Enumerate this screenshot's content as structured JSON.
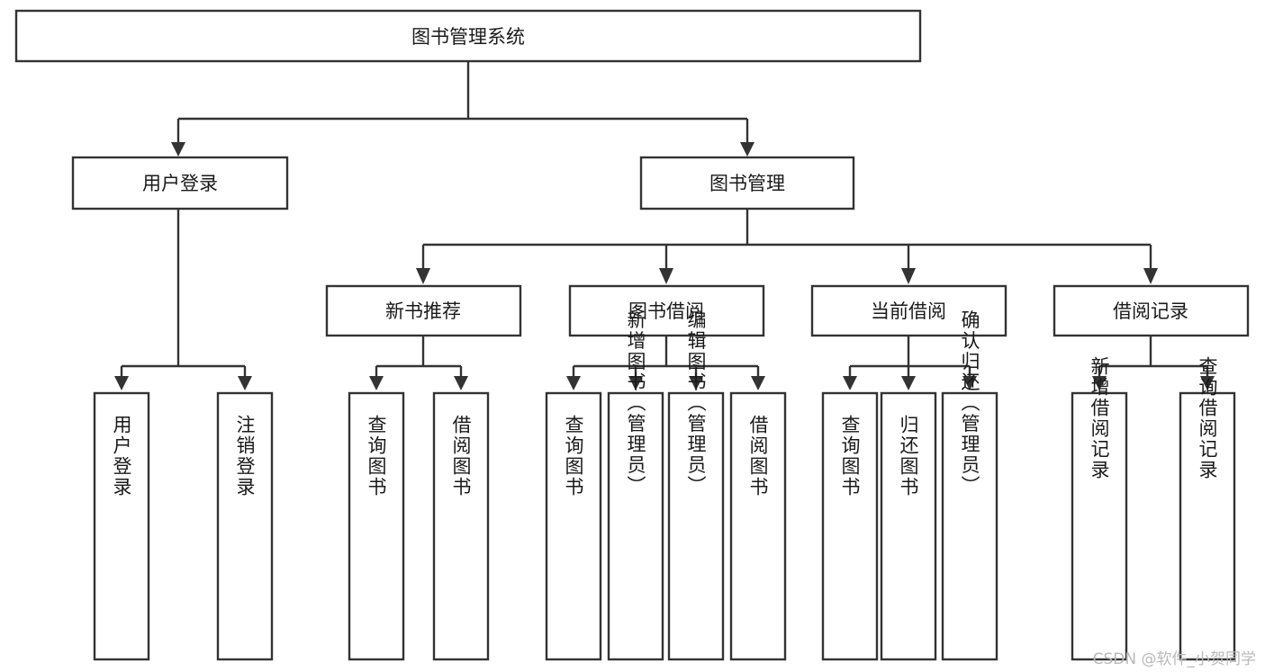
{
  "diagram": {
    "type": "tree",
    "title": "图书管理系统",
    "watermark": "CSDN @软件_小贺同学",
    "colors": {
      "stroke": "#333333",
      "fill": "#ffffff",
      "text": "#1a1a1a",
      "watermark": "#b9b9b9"
    },
    "root": {
      "label": "图书管理系统"
    },
    "level2": [
      {
        "label": "用户登录"
      },
      {
        "label": "图书管理"
      }
    ],
    "level3": [
      {
        "label": "新书推荐"
      },
      {
        "label": "图书借阅"
      },
      {
        "label": "当前借阅"
      },
      {
        "label": "借阅记录"
      }
    ],
    "leaves": {
      "user_login": [
        {
          "label": "用户登录"
        },
        {
          "label": "注销登录"
        }
      ],
      "new_book_recommend": [
        {
          "label": "查询图书"
        },
        {
          "label": "借阅图书"
        }
      ],
      "book_borrow": [
        {
          "label": "查询图书"
        },
        {
          "label": "新增图书（管理员）"
        },
        {
          "label": "编辑图书（管理员）"
        },
        {
          "label": "借阅图书"
        }
      ],
      "current_borrow": [
        {
          "label": "查询图书"
        },
        {
          "label": "归还图书"
        },
        {
          "label": "确认归还（管理员）"
        }
      ],
      "borrow_record": [
        {
          "label": "新增借阅记录"
        },
        {
          "label": "查询借阅记录"
        }
      ]
    }
  }
}
